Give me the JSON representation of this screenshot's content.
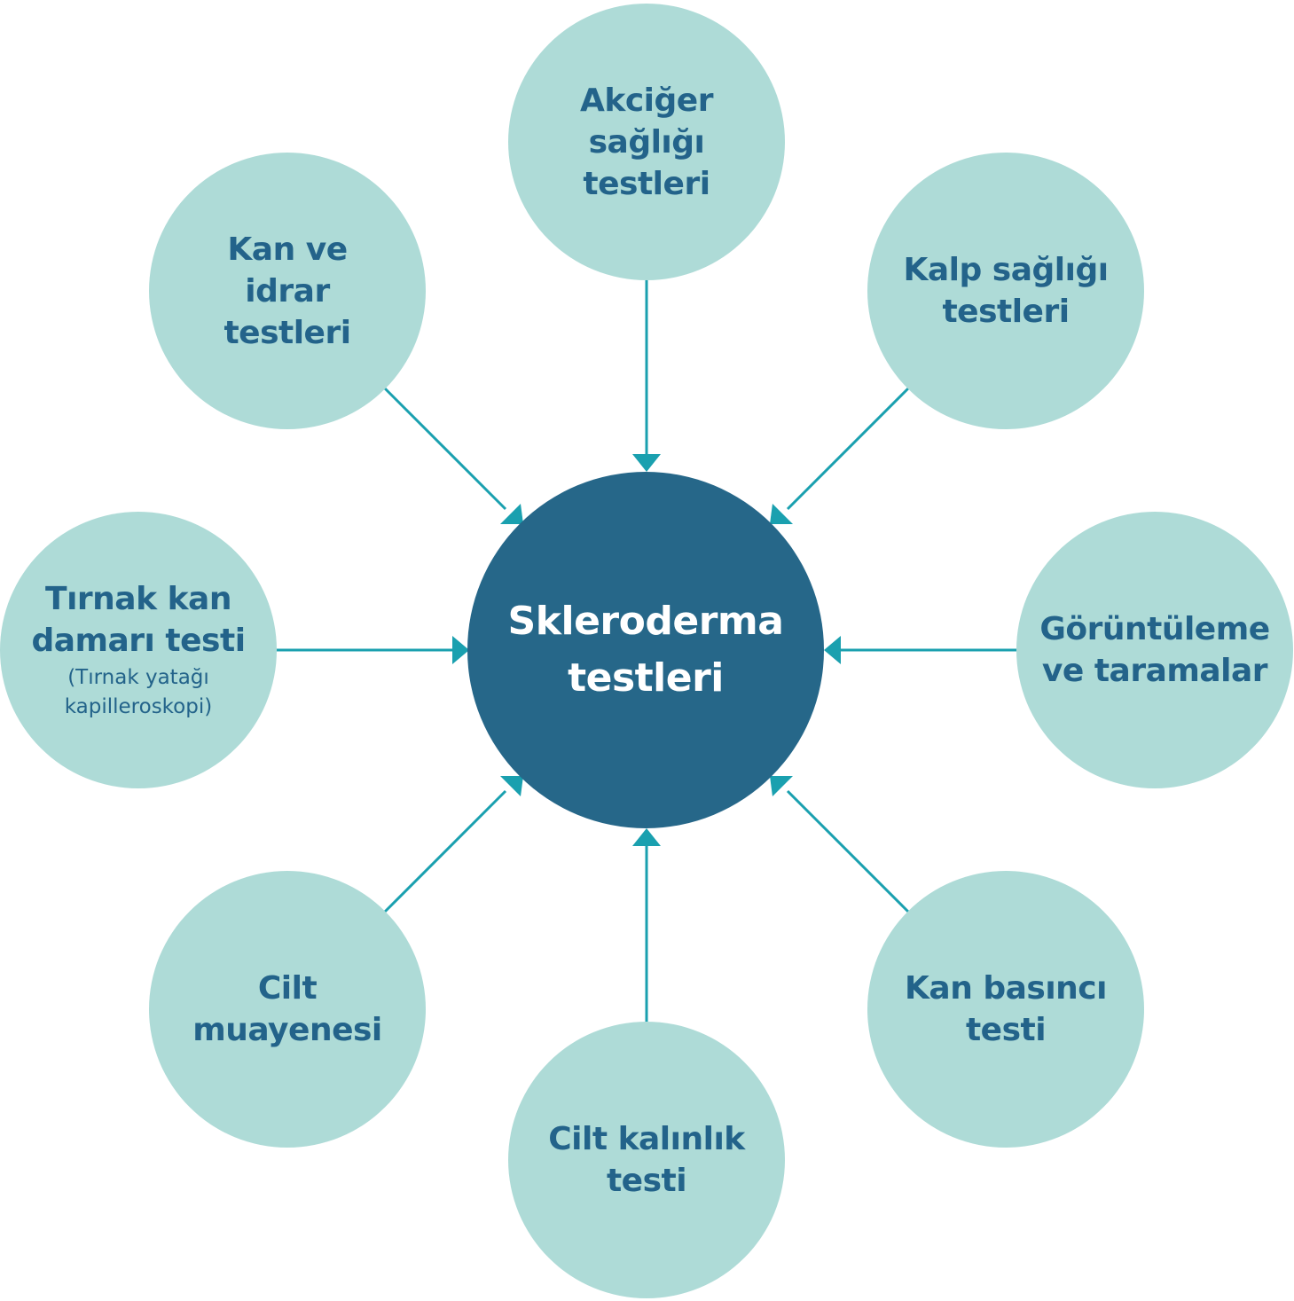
{
  "diagram": {
    "colors": {
      "center_fill": "#266789",
      "center_text": "#ffffff",
      "outer_fill": "#aedbd7",
      "outer_text": "#23638a",
      "arrow": "#1aa0af"
    },
    "center": {
      "label": "Skleroderma\ntestleri"
    },
    "nodes": [
      {
        "id": "top",
        "label": "Akciğer\nsağlığı\ntestleri"
      },
      {
        "id": "top-right",
        "label": "Kalp sağlığı\ntestleri"
      },
      {
        "id": "right",
        "label": "Görüntüleme\nve taramalar"
      },
      {
        "id": "bottom-right",
        "label": "Kan basıncı\ntesti"
      },
      {
        "id": "bottom",
        "label": "Cilt kalınlık\ntesti"
      },
      {
        "id": "bottom-left",
        "label": "Cilt\nmuayenesi"
      },
      {
        "id": "left",
        "label": "Tırnak kan\ndamarı testi",
        "sublabel": "(Tırnak yatağı\nkapilleroskopi)"
      },
      {
        "id": "top-left",
        "label": "Kan ve\nidrar\ntestleri"
      }
    ],
    "edges": [
      {
        "from": "top",
        "to": "center"
      },
      {
        "from": "top-right",
        "to": "center"
      },
      {
        "from": "right",
        "to": "center"
      },
      {
        "from": "bottom-right",
        "to": "center"
      },
      {
        "from": "bottom",
        "to": "center"
      },
      {
        "from": "bottom-left",
        "to": "center"
      },
      {
        "from": "left",
        "to": "center"
      },
      {
        "from": "top-left",
        "to": "center"
      }
    ]
  }
}
